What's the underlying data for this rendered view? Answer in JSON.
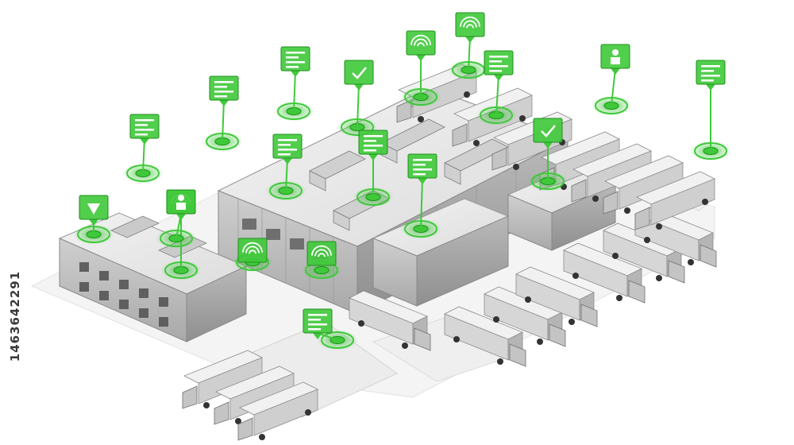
{
  "image": {
    "subject": "isometric-smart-warehouse-logistics-hub",
    "stock_id": "1463642291",
    "colors": {
      "accent": "#3fc93a",
      "accent_dark": "#1f8f1c",
      "building": "#dcdcdc",
      "building_dark": "#8a8a8a",
      "background": "#ffffff"
    },
    "iot_marker_icons": [
      "document-icon",
      "document-icon",
      "document-icon",
      "checklist-icon",
      "wifi-icon",
      "wifi-icon",
      "chart-icon",
      "person-icon",
      "forklift-icon",
      "download-icon",
      "signal-target-icon"
    ],
    "truck_count": 17
  }
}
